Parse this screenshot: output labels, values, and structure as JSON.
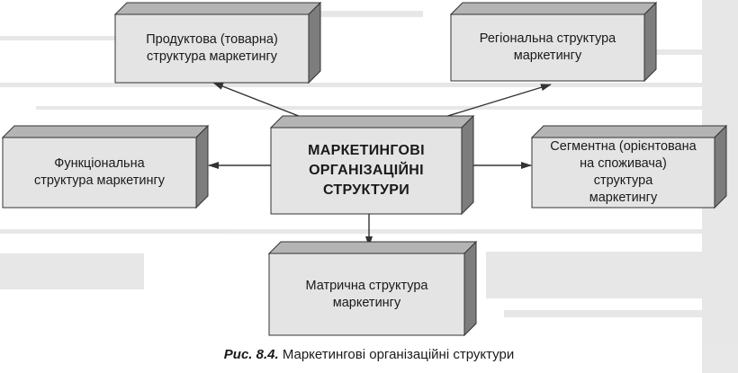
{
  "diagram": {
    "center": {
      "line1": "МАРКЕТИНГОВІ",
      "line2": "ОРГАНІЗАЦІЙНІ",
      "line3": "СТРУКТУРИ"
    },
    "nodes": {
      "product": {
        "line1": "Продуктова (товарна)",
        "line2": "структура маркетингу"
      },
      "regional": {
        "line1": "Регіональна структура",
        "line2": "маркетингу"
      },
      "functional": {
        "line1": "Функціональна",
        "line2": "структура маркетингу"
      },
      "segment": {
        "line1": "Сегментна (орієнтована",
        "line2": "на споживача) структура",
        "line3": "маркетингу"
      },
      "matrix": {
        "line1": "Матрична структура",
        "line2": "маркетингу"
      }
    }
  },
  "caption": {
    "label": "Рис. 8.4.",
    "text": "Маркетингові організаційні структури"
  },
  "colors": {
    "box_front": "#e4e4e4",
    "box_side": "#7d7d7d",
    "box_top": "#b4b4b4",
    "line": "#333333"
  }
}
